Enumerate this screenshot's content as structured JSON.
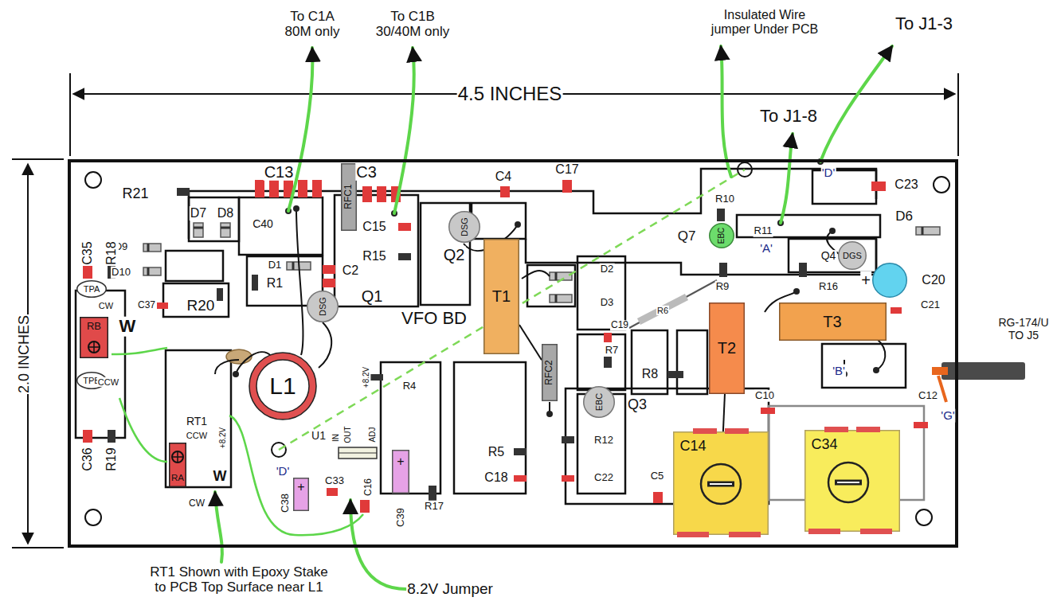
{
  "diagram": {
    "nodes": [
      {
        "text": [
          "VFO BD"
        ]
      },
      {
        "text": [
          "L1"
        ],
        "in": 0
      },
      {
        "text": [
          "T1"
        ],
        "in": 0
      },
      {
        "text": [
          "T2"
        ],
        "in": 0
      },
      {
        "text": [
          "T3"
        ],
        "in": 0
      },
      {
        "text": [
          "C14"
        ],
        "in": 0
      },
      {
        "text": [
          "C34"
        ],
        "in": 0
      },
      {
        "text": [
          "RFC1"
        ],
        "in": 0
      },
      {
        "text": [
          "RFC2"
        ],
        "in": 0
      },
      {
        "text": [
          "RB"
        ],
        "in": 0
      },
      {
        "text": [
          "RA"
        ],
        "in": 0
      },
      {
        "text": [
          "TPA"
        ],
        "in": 0
      },
      {
        "text": [
          "TPB"
        ],
        "in": 0
      },
      {
        "text": [
          "DSG",
          "Q1"
        ],
        "in": 0
      },
      {
        "text": [
          "DSG",
          "Q2"
        ],
        "in": 0
      },
      {
        "text": [
          "EBC",
          "Q3"
        ],
        "in": 0
      },
      {
        "text": [
          "DGS",
          "Q4"
        ],
        "in": 0
      },
      {
        "text": [
          "EBC",
          "Q7"
        ],
        "in": 0
      },
      {
        "text": [
          "C20"
        ],
        "in": 0
      },
      {
        "text": [
          "+",
          "C38"
        ],
        "in": 0
      },
      {
        "text": [
          "+",
          "C39"
        ],
        "in": 0
      }
    ],
    "edges": [
      {
        "from": 3,
        "to": 5,
        "arrow": "none"
      },
      {
        "from": 2,
        "to": 8,
        "arrow": "none"
      }
    ],
    "labels": [
      "4.5 INCHES",
      "2.0 INCHES",
      "To C1A 80M only",
      "To C1B 30/40M only",
      "Insulated Wire jumper Under PCB",
      "To J1-3",
      "To J1-8",
      "RT1 Shown with Epoxy Stake to PCB Top Surface near L1",
      "8.2V Jumper",
      "RG-174/U TO J5",
      "'B'",
      "'G'",
      "'A'",
      "'D'",
      "C13",
      "C3",
      "R21",
      "D7",
      "D8",
      "C40",
      "C15",
      "R15",
      "C4",
      "C17",
      "R10",
      "C23",
      "D6",
      "R11",
      "+",
      "C21",
      "R9",
      "R16",
      "D9",
      "D10",
      "C35",
      "R18",
      "C37",
      "R20",
      "D1",
      "R1",
      "C2",
      "R4",
      "U1",
      "IN",
      "OUT",
      "ADJ",
      "+8.2V",
      "R12",
      "C22",
      "R5",
      "C18",
      "C19",
      "R6",
      "R7",
      "R8",
      "D2",
      "D3",
      "C10",
      "C12",
      "C5",
      "C33",
      "C16",
      "R17",
      "C36",
      "R19",
      "CW",
      "W",
      "CCW",
      "RT1",
      "CCW",
      "+8.2V",
      "W",
      "CW",
      "'D'"
    ]
  }
}
